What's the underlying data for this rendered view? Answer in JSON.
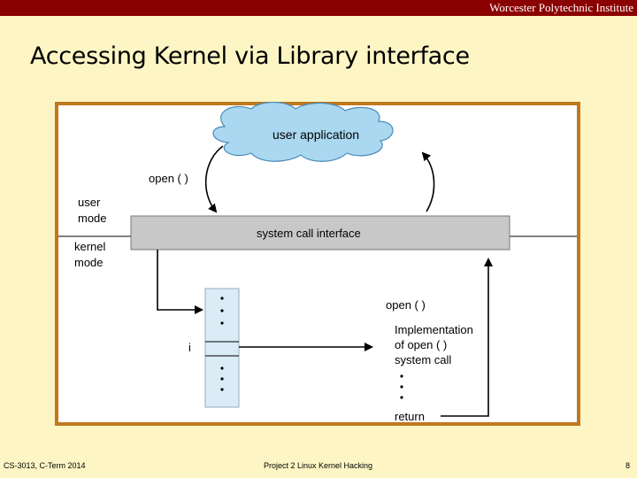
{
  "header": {
    "institution": "Worcester Polytechnic Institute"
  },
  "slide": {
    "title": "Accessing Kernel via Library interface"
  },
  "diagram": {
    "user_application": "user application",
    "open_call_top": "open ( )",
    "user_mode": [
      "user",
      "mode"
    ],
    "kernel_mode": [
      "kernel",
      "mode"
    ],
    "system_call_interface": "system call interface",
    "open_call_right": "open ( )",
    "index_label": "i",
    "implementation": [
      "Implementation",
      "of open ( )",
      "system call"
    ],
    "return_label": "return",
    "colors": {
      "frame": "#c0781f",
      "cloud": "#a9d8f0",
      "bar": "#c8c8c8"
    }
  },
  "footer": {
    "course": "CS-3013, C-Term 2014",
    "project": "Project 2 Linux Kernel Hacking",
    "page_number": "8"
  }
}
